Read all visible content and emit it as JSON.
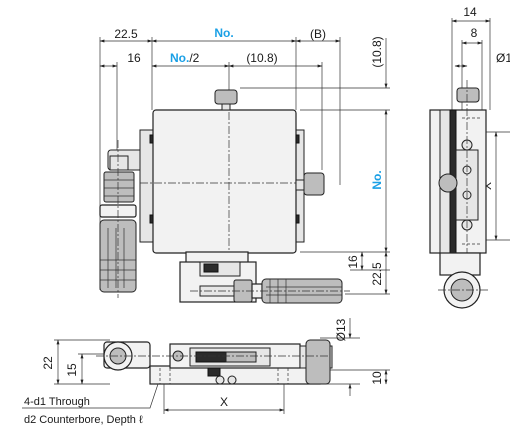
{
  "top_view": {
    "dim_22_5": "22.5",
    "dim_no": "No.",
    "dim_b": "(B)",
    "dim_16": "16",
    "dim_no_half_bold": "No.",
    "dim_no_half_tail": "/2",
    "dim_10_8_h": "(10.8)",
    "dim_10_8_v": "(10.8)",
    "dim_no_v": "No.",
    "dim_16_v": "16",
    "dim_22_5_v": "22.5"
  },
  "side_view": {
    "dim_14": "14",
    "dim_8": "8",
    "dim_phi_partial": "Ø1",
    "dim_x": "X"
  },
  "front_view": {
    "dim_22": "22",
    "dim_15": "15",
    "dim_13": "Ø13",
    "dim_10": "10",
    "dim_x": "X",
    "note_line1": "4-d1 Through",
    "note_line2": "d2 Counterbore, Depth ℓ"
  },
  "colors": {
    "accent": "#1aa0e6",
    "line": "#222222"
  }
}
